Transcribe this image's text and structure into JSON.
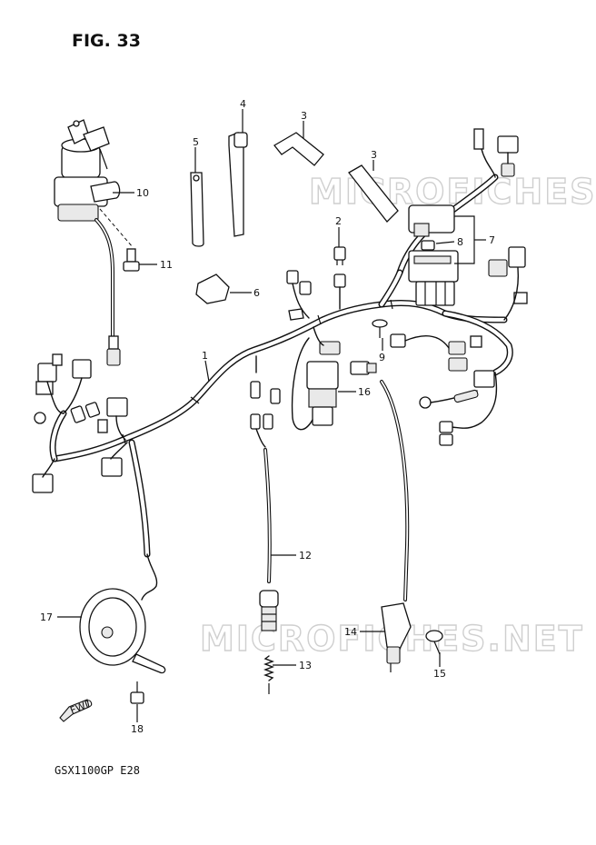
{
  "figure": {
    "title": "FIG. 33",
    "model_code": "GSX1100GP  E28"
  },
  "watermarks": [
    {
      "text": "MICROFICHES.NET"
    },
    {
      "text": "MICROFICHES.NET"
    }
  ],
  "fwd_marker": {
    "label": "FWD",
    "icon": "forward-arrow-icon"
  },
  "callouts": [
    {
      "number": "1"
    },
    {
      "number": "2"
    },
    {
      "number": "3"
    },
    {
      "number": "3"
    },
    {
      "number": "4"
    },
    {
      "number": "5"
    },
    {
      "number": "6"
    },
    {
      "number": "7"
    },
    {
      "number": "8"
    },
    {
      "number": "9"
    },
    {
      "number": "10"
    },
    {
      "number": "11"
    },
    {
      "number": "12"
    },
    {
      "number": "13"
    },
    {
      "number": "14"
    },
    {
      "number": "15"
    },
    {
      "number": "16"
    },
    {
      "number": "17"
    },
    {
      "number": "18"
    }
  ]
}
